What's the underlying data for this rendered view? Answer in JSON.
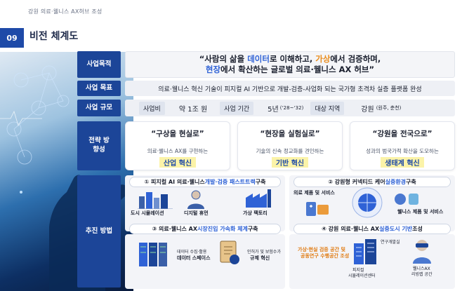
{
  "header": {
    "subtitle": "강원 의료·웰니스 AX허브 조성",
    "number": "09",
    "title": "비전 체계도"
  },
  "rows": {
    "purpose_label": "사업목적",
    "purpose_text": {
      "q_open": "“사람의 삶을 ",
      "w_data": "데이터",
      "t1": "로 이해하고, ",
      "w_virtual": "가상",
      "t2": "에서 검증하며,",
      "w_field": "현장",
      "t3": "에서 확산하는 글로벌 의료·웰니스 AX 허브”"
    },
    "goal_label": "사업 목표",
    "goal_text": "의료·웰니스 혁신 기술이 피지컬 AI 기반으로 개발-검증-사업화 되는 국가형 초격차 실증 플랫폼 완성",
    "scale_label": "사업 규모",
    "scale": {
      "budget_key": "사업비",
      "budget_val": "약 1조 원",
      "period_key": "사업 기간",
      "period_val": "5년",
      "period_years": "(‘28~‘32)",
      "region_key": "대상 지역",
      "region_val": "강원",
      "region_sub": "(원주, 춘천)"
    },
    "strategy_label": "전략 방향성",
    "strategies": [
      {
        "quote": "“구상을 현실로”",
        "desc": "의료·웰니스 AX를 구현하는",
        "highlight": "산업 혁신"
      },
      {
        "quote": "“현장을 실험실로”",
        "desc": "기술의 신속 정교화를 견인하는",
        "highlight": "기반 혁신"
      },
      {
        "quote": "“강원을 전국으로”",
        "desc": "성과의 범국가적 확산을 도모하는",
        "highlight": "생태계 혁신"
      }
    ],
    "method_label": "추진 방법"
  },
  "methods": {
    "m1": {
      "prefix": "① 피지컬 AI 의료·웰니스 ",
      "bold": "개발·검증 패스트트랙",
      "suffix": " 구축",
      "items": [
        "도시 시뮬레이션",
        "디지털 휴먼",
        "가상 팩토리"
      ]
    },
    "m2": {
      "prefix": "② 강원형 커넥티드 케어 ",
      "bold": "실증환경",
      "suffix": " 구축",
      "items": [
        "의료 제품 및 서비스",
        "웰니스 제품 및 서비스"
      ]
    },
    "m3": {
      "prefix": "③ 의료·웰니스 AX ",
      "bold": "시장진입 가속화 체계",
      "suffix": " 구축",
      "items": [
        {
          "sub": "데이터 수집·활용",
          "main": "데이터 스페이스"
        },
        {
          "sub": "인허가 및 보험수가",
          "main": "규제 혁신"
        }
      ]
    },
    "m4": {
      "prefix": "④ 강원 의료·웰니스 AX ",
      "bold": "실증도시 기반",
      "suffix": " 조성",
      "caption_line1": "가상·현실 검증 공간 및",
      "caption_line2": "공동연구 수행공간 조성",
      "items": [
        "연구개발실",
        "피지컬",
        "시뮬레이션센터",
        "웰니스AX",
        "리빙랩 공간"
      ]
    }
  },
  "colors": {
    "navy": "#1c4598",
    "blue_accent": "#2f62d6",
    "orange_accent": "#e98b1a",
    "highlight_yellow": "#fbf3a8"
  }
}
